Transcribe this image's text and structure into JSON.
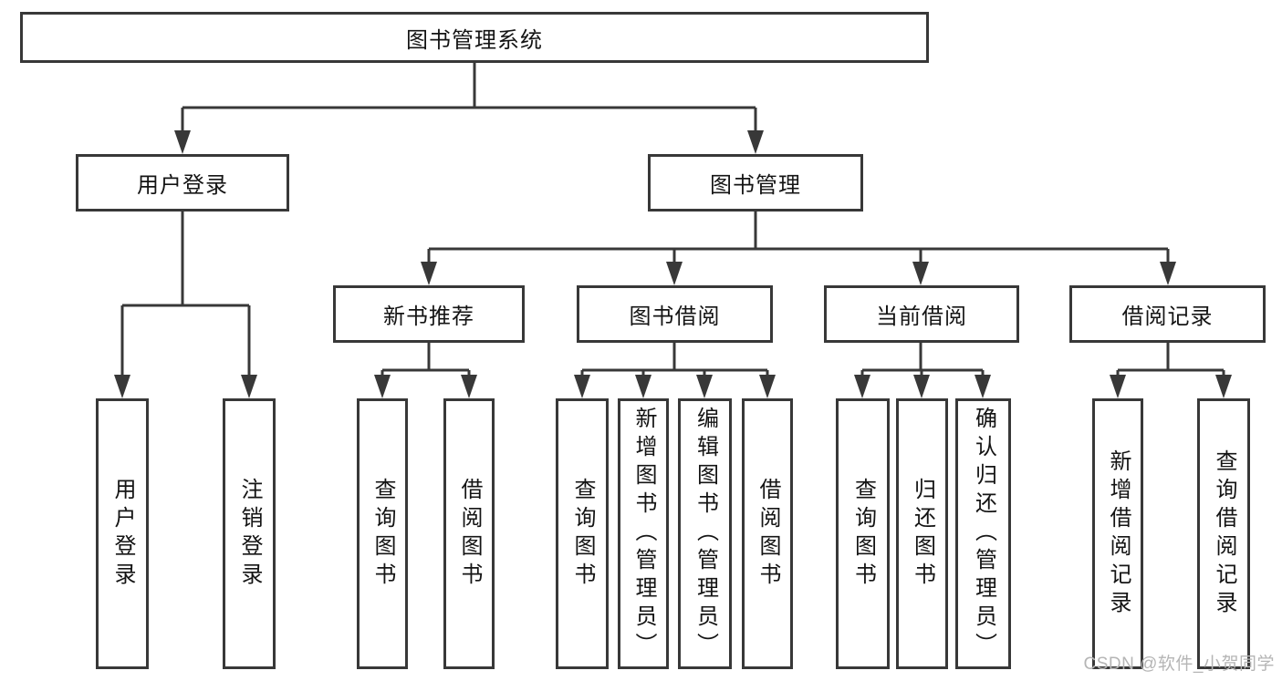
{
  "diagram": {
    "root": {
      "label": "图书管理系统"
    },
    "level1": [
      {
        "label": "用户登录"
      },
      {
        "label": "图书管理"
      }
    ],
    "level2": [
      {
        "label": "新书推荐"
      },
      {
        "label": "图书借阅"
      },
      {
        "label": "当前借阅"
      },
      {
        "label": "借阅记录"
      }
    ],
    "leaves": {
      "user_login": [
        "用户登录",
        "注销登录"
      ],
      "new_book_recommend": [
        "查询图书",
        "借阅图书"
      ],
      "book_borrow": [
        "查询图书",
        "新增图书（管理员）",
        "编辑图书（管理员）",
        "借阅图书"
      ],
      "current_borrow": [
        "查询图书",
        "归还图书",
        "确认归还（管理员）"
      ],
      "borrow_records": [
        "新增借阅记录",
        "查询借阅记录"
      ]
    }
  },
  "watermark": {
    "text": "CSDN @软件_小贺同学"
  },
  "colors": {
    "line": "#383838",
    "text": "#141414",
    "watermark": "#b5b5b5",
    "background": "#ffffff"
  }
}
